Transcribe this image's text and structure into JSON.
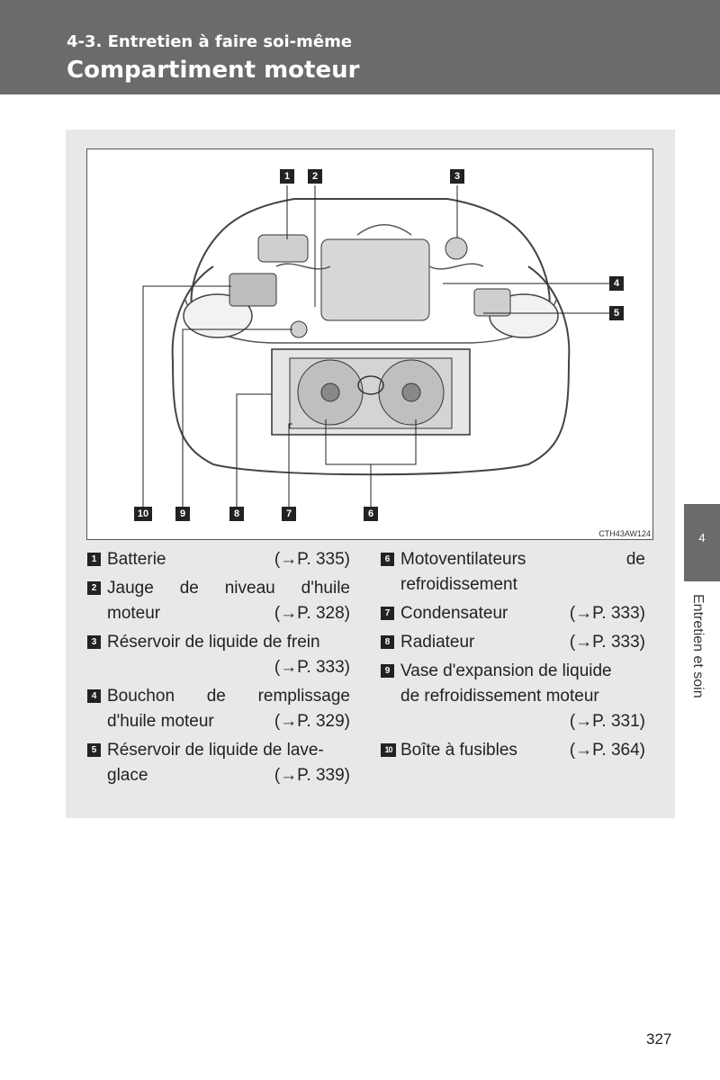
{
  "header": {
    "section": "4-3. Entretien à faire soi-même",
    "title": "Compartiment moteur"
  },
  "figure": {
    "code": "CTH43AW124",
    "callouts": [
      "1",
      "2",
      "3",
      "4",
      "5",
      "6",
      "7",
      "8",
      "9",
      "10"
    ]
  },
  "items": {
    "i1": {
      "num": "1",
      "text": "Batterie",
      "ref": "(→P. 335)"
    },
    "i2": {
      "num": "2",
      "line1a": "Jauge",
      "line1b": "de",
      "line1c": "niveau",
      "line1d": "d'huile",
      "line2": "moteur",
      "ref": "(→P. 328)"
    },
    "i3": {
      "num": "3",
      "text": "Réservoir de liquide de frein",
      "ref": "(→P. 333)"
    },
    "i4": {
      "num": "4",
      "line1a": "Bouchon",
      "line1b": "de",
      "line1c": "remplissage",
      "line2": "d'huile moteur",
      "ref": "(→P. 329)"
    },
    "i5": {
      "num": "5",
      "text": "Réservoir de liquide de lave-",
      "line2": "glace",
      "ref": "(→P. 339)"
    },
    "i6": {
      "num": "6",
      "line1a": "Motoventilateurs",
      "line1b": "de",
      "line2": "refroidissement"
    },
    "i7": {
      "num": "7",
      "text": "Condensateur",
      "ref": "(→P. 333)"
    },
    "i8": {
      "num": "8",
      "text": "Radiateur",
      "ref": "(→P. 333)"
    },
    "i9": {
      "num": "9",
      "line1": "Vase d'expansion de liquide",
      "line2": "de refroidissement moteur",
      "ref": "(→P. 331)"
    },
    "i10": {
      "num": "10",
      "text": "Boîte à fusibles",
      "ref": "(→P. 364)"
    }
  },
  "side_tab": {
    "number": "4",
    "label": "Entretien et soin"
  },
  "page_number": "327"
}
